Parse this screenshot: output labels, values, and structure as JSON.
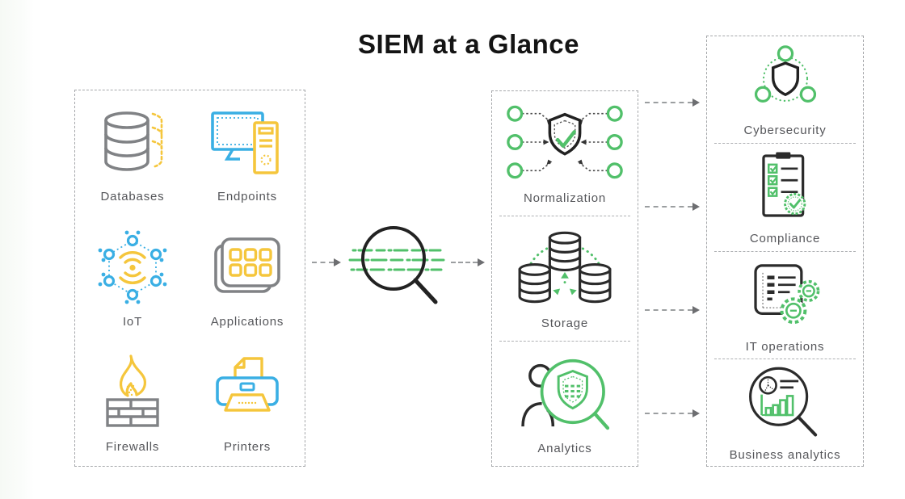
{
  "title": "SIEM at a Glance",
  "colors": {
    "green": "#51C06A",
    "blue": "#3AAFE4",
    "yellow": "#F5C63C",
    "gray": "#808285",
    "dark": "#222222",
    "label_text": "#55565A",
    "arrow": "#6D6E71",
    "dashed_border": "#A5A7AA"
  },
  "sources": {
    "name": "data-sources",
    "items": [
      {
        "label": "Databases",
        "icon": "databases-icon"
      },
      {
        "label": "Endpoints",
        "icon": "endpoints-icon"
      },
      {
        "label": "IoT",
        "icon": "iot-icon"
      },
      {
        "label": "Applications",
        "icon": "applications-icon"
      },
      {
        "label": "Firewalls",
        "icon": "firewalls-icon"
      },
      {
        "label": "Printers",
        "icon": "printers-icon"
      }
    ]
  },
  "collection": {
    "icon": "magnifier-collection-icon"
  },
  "siem": {
    "name": "siem-pipeline",
    "items": [
      {
        "label": "Normalization",
        "icon": "normalization-icon"
      },
      {
        "label": "Storage",
        "icon": "storage-icon"
      },
      {
        "label": "Analytics",
        "icon": "analytics-icon"
      }
    ]
  },
  "outcomes": {
    "name": "outcomes",
    "items": [
      {
        "label": "Cybersecurity",
        "icon": "cybersecurity-icon"
      },
      {
        "label": "Compliance",
        "icon": "compliance-icon"
      },
      {
        "label": "IT operations",
        "icon": "it-operations-icon"
      },
      {
        "label": "Business analytics",
        "icon": "business-analytics-icon"
      }
    ]
  }
}
